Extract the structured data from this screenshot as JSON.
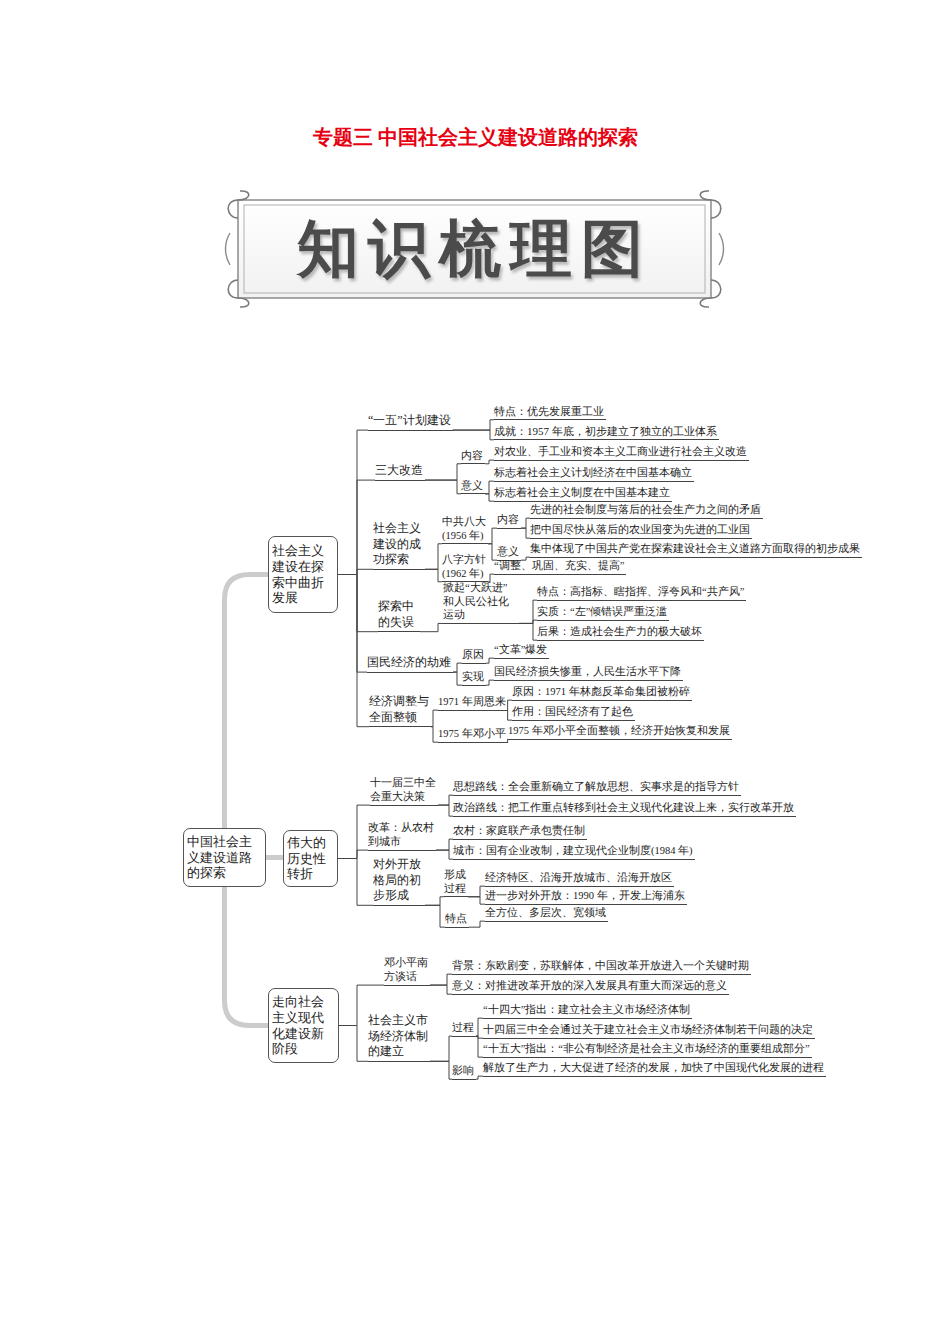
{
  "diagram": {
    "title": "专题三  中国社会主义建设道路的探索",
    "nodes": [
      {
        "text": [
          "中国社会主义建设道路的探索"
        ]
      },
      {
        "text": [
          "社会主义建设在探索中曲折发展"
        ]
      },
      {
        "text": [
          "“一五”计划建设"
        ]
      },
      {
        "text": [
          "特点：优先发展重工业"
        ]
      },
      {
        "text": [
          "成就：1957 年底，初步建立了独立的工业体系"
        ]
      },
      {
        "text": [
          "三大改造"
        ]
      },
      {
        "text": [
          "内容"
        ]
      },
      {
        "text": [
          "对农业、手工业和资本主义工商业进行社会主义改造"
        ]
      },
      {
        "text": [
          "意义"
        ]
      },
      {
        "text": [
          "标志着社会主义计划经济在中国基本确立"
        ]
      },
      {
        "text": [
          "标志着社会主义制度在中国基本建立"
        ]
      },
      {
        "text": [
          "社会主义建设的成功探索"
        ]
      },
      {
        "text": [
          "中共八大 (1956 年)"
        ]
      },
      {
        "text": [
          "内容"
        ]
      },
      {
        "text": [
          "先进的社会制度与落后的社会生产力之间的矛盾"
        ]
      },
      {
        "text": [
          "把中国尽快从落后的农业国变为先进的工业国"
        ]
      },
      {
        "text": [
          "意义"
        ]
      },
      {
        "text": [
          "集中体现了中国共产党在探索建设社会主义道路方面取得的初步成果"
        ]
      },
      {
        "text": [
          "八字方针 (1962 年)"
        ]
      },
      {
        "text": [
          "“调整、巩固、充实、提高”"
        ]
      },
      {
        "text": [
          "探索中的失误"
        ]
      },
      {
        "text": [
          "掀起“大跃进”和人民公社化运动"
        ]
      },
      {
        "text": [
          "特点：高指标、瞎指挥、浮夸风和“共产风”"
        ]
      },
      {
        "text": [
          "实质：“左”倾错误严重泛滥"
        ]
      },
      {
        "text": [
          "后果：造成社会生产力的极大破坏"
        ]
      },
      {
        "text": [
          "国民经济的劫难"
        ]
      },
      {
        "text": [
          "原因"
        ]
      },
      {
        "text": [
          "“文革”爆发"
        ]
      },
      {
        "text": [
          "实现"
        ]
      },
      {
        "text": [
          "国民经济损失惨重，人民生活水平下降"
        ]
      },
      {
        "text": [
          "经济调整与全面整顿"
        ]
      },
      {
        "text": [
          "1971 年周恩来"
        ]
      },
      {
        "text": [
          "原因：1971 年林彪反革命集团被粉碎"
        ]
      },
      {
        "text": [
          "作用：国民经济有了起色"
        ]
      },
      {
        "text": [
          "1975 年邓小平"
        ]
      },
      {
        "text": [
          "1975 年邓小平全面整顿，经济开始恢复和发展"
        ]
      },
      {
        "text": [
          "伟大的历史性转折"
        ]
      },
      {
        "text": [
          "十一届三中全会重大决策"
        ]
      },
      {
        "text": [
          "思想路线：全会重新确立了解放思想、实事求是的指导方针"
        ]
      },
      {
        "text": [
          "政治路线：把工作重点转移到社会主义现代化建设上来，实行改革开放"
        ]
      },
      {
        "text": [
          "改革：从农村到城市"
        ]
      },
      {
        "text": [
          "农村：家庭联产承包责任制"
        ]
      },
      {
        "text": [
          "城市：国有企业改制，建立现代企业制度(1984 年)"
        ]
      },
      {
        "text": [
          "对外开放格局的初步形成"
        ]
      },
      {
        "text": [
          "形成过程"
        ]
      },
      {
        "text": [
          "经济特区、沿海开放城市、沿海开放区"
        ]
      },
      {
        "text": [
          "进一步对外开放：1990 年，开发上海浦东"
        ]
      },
      {
        "text": [
          "特点"
        ]
      },
      {
        "text": [
          "全方位、多层次、宽领域"
        ]
      },
      {
        "text": [
          "走向社会主义现代化建设新阶段"
        ]
      },
      {
        "text": [
          "邓小平南方谈话"
        ]
      },
      {
        "text": [
          "背景：东欧剧变，苏联解体，中国改革开放进入一个关键时期"
        ]
      },
      {
        "text": [
          "意义：对推进改革开放的深入发展具有重大而深远的意义"
        ]
      },
      {
        "text": [
          "社会主义市场经济体制的建立"
        ]
      },
      {
        "text": [
          "过程"
        ]
      },
      {
        "text": [
          "“十四大”指出：建立社会主义市场经济体制"
        ]
      },
      {
        "text": [
          "十四届三中全会通过关于建立社会主义市场经济体制若干问题的决定"
        ]
      },
      {
        "text": [
          "“十五大”指出：“非公有制经济是社会主义市场经济的重要组成部分”"
        ]
      },
      {
        "text": [
          "影响"
        ]
      },
      {
        "text": [
          "解放了生产力，大大促进了经济的发展，加快了中国现代化发展的进程"
        ]
      }
    ],
    "edges": [
      {
        "from": 0,
        "to": 1,
        "arrow": "none"
      },
      {
        "from": 0,
        "to": 36,
        "arrow": "none"
      },
      {
        "from": 0,
        "to": 49,
        "arrow": "none"
      },
      {
        "from": 1,
        "to": 2,
        "arrow": "none"
      },
      {
        "from": 1,
        "to": 5,
        "arrow": "none"
      },
      {
        "from": 1,
        "to": 11,
        "arrow": "none"
      },
      {
        "from": 1,
        "to": 20,
        "arrow": "none"
      },
      {
        "from": 1,
        "to": 25,
        "arrow": "none"
      },
      {
        "from": 1,
        "to": 30,
        "arrow": "none"
      },
      {
        "from": 2,
        "to": 3,
        "arrow": "none"
      },
      {
        "from": 2,
        "to": 4,
        "arrow": "none"
      },
      {
        "from": 5,
        "to": 6,
        "arrow": "none"
      },
      {
        "from": 5,
        "to": 8,
        "arrow": "none"
      },
      {
        "from": 6,
        "to": 7,
        "arrow": "none"
      },
      {
        "from": 8,
        "to": 9,
        "arrow": "none"
      },
      {
        "from": 8,
        "to": 10,
        "arrow": "none"
      },
      {
        "from": 11,
        "to": 12,
        "arrow": "none"
      },
      {
        "from": 11,
        "to": 18,
        "arrow": "none"
      },
      {
        "from": 12,
        "to": 13,
        "arrow": "none"
      },
      {
        "from": 12,
        "to": 16,
        "arrow": "none"
      },
      {
        "from": 13,
        "to": 14,
        "arrow": "none"
      },
      {
        "from": 13,
        "to": 15,
        "arrow": "none"
      },
      {
        "from": 16,
        "to": 17,
        "arrow": "none"
      },
      {
        "from": 18,
        "to": 19,
        "arrow": "none"
      },
      {
        "from": 20,
        "to": 21,
        "arrow": "none"
      },
      {
        "from": 21,
        "to": 22,
        "arrow": "none"
      },
      {
        "from": 21,
        "to": 23,
        "arrow": "none"
      },
      {
        "from": 21,
        "to": 24,
        "arrow": "none"
      },
      {
        "from": 25,
        "to": 26,
        "arrow": "none"
      },
      {
        "from": 25,
        "to": 28,
        "arrow": "none"
      },
      {
        "from": 26,
        "to": 27,
        "arrow": "none"
      },
      {
        "from": 28,
        "to": 29,
        "arrow": "none"
      },
      {
        "from": 30,
        "to": 31,
        "arrow": "none"
      },
      {
        "from": 30,
        "to": 34,
        "arrow": "none"
      },
      {
        "from": 31,
        "to": 32,
        "arrow": "none"
      },
      {
        "from": 31,
        "to": 33,
        "arrow": "none"
      },
      {
        "from": 34,
        "to": 35,
        "arrow": "none"
      },
      {
        "from": 36,
        "to": 37,
        "arrow": "none"
      },
      {
        "from": 36,
        "to": 40,
        "arrow": "none"
      },
      {
        "from": 36,
        "to": 43,
        "arrow": "none"
      },
      {
        "from": 37,
        "to": 38,
        "arrow": "none"
      },
      {
        "from": 37,
        "to": 39,
        "arrow": "none"
      },
      {
        "from": 40,
        "to": 41,
        "arrow": "none"
      },
      {
        "from": 40,
        "to": 42,
        "arrow": "none"
      },
      {
        "from": 43,
        "to": 44,
        "arrow": "none"
      },
      {
        "from": 43,
        "to": 47,
        "arrow": "none"
      },
      {
        "from": 44,
        "to": 45,
        "arrow": "none"
      },
      {
        "from": 44,
        "to": 46,
        "arrow": "none"
      },
      {
        "from": 47,
        "to": 48,
        "arrow": "none"
      },
      {
        "from": 49,
        "to": 50,
        "arrow": "none"
      },
      {
        "from": 49,
        "to": 53,
        "arrow": "none"
      },
      {
        "from": 50,
        "to": 51,
        "arrow": "none"
      },
      {
        "from": 50,
        "to": 52,
        "arrow": "none"
      },
      {
        "from": 53,
        "to": 54,
        "arrow": "none"
      },
      {
        "from": 53,
        "to": 58,
        "arrow": "none"
      },
      {
        "from": 54,
        "to": 55,
        "arrow": "none"
      },
      {
        "from": 54,
        "to": 56,
        "arrow": "none"
      },
      {
        "from": 54,
        "to": 57,
        "arrow": "none"
      },
      {
        "from": 58,
        "to": 59,
        "arrow": "none"
      }
    ],
    "labels": [
      "知识梳理图"
    ]
  }
}
